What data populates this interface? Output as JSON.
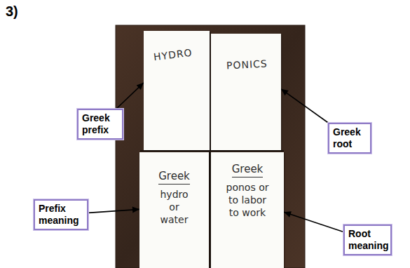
{
  "diagram": {
    "title": "3)",
    "nodes": [
      {
        "text": [
          "HYDRO"
        ]
      },
      {
        "text": [
          "PONICS"
        ]
      },
      {
        "text": [
          "Greek prefix"
        ]
      },
      {
        "text": [
          "Greek root"
        ]
      },
      {
        "text": [
          "Prefix meaning"
        ]
      },
      {
        "text": [
          "Greek",
          "hydro or water"
        ]
      },
      {
        "text": [
          "Greek",
          "ponos or to labor to work"
        ]
      },
      {
        "text": [
          "Root meaning"
        ]
      }
    ],
    "edges": [
      {
        "from": 2,
        "to": 0,
        "arrow": "to"
      },
      {
        "from": 3,
        "to": 1,
        "arrow": "to"
      },
      {
        "from": 4,
        "to": 5,
        "arrow": "to"
      },
      {
        "from": 7,
        "to": 6,
        "arrow": "to"
      }
    ]
  }
}
